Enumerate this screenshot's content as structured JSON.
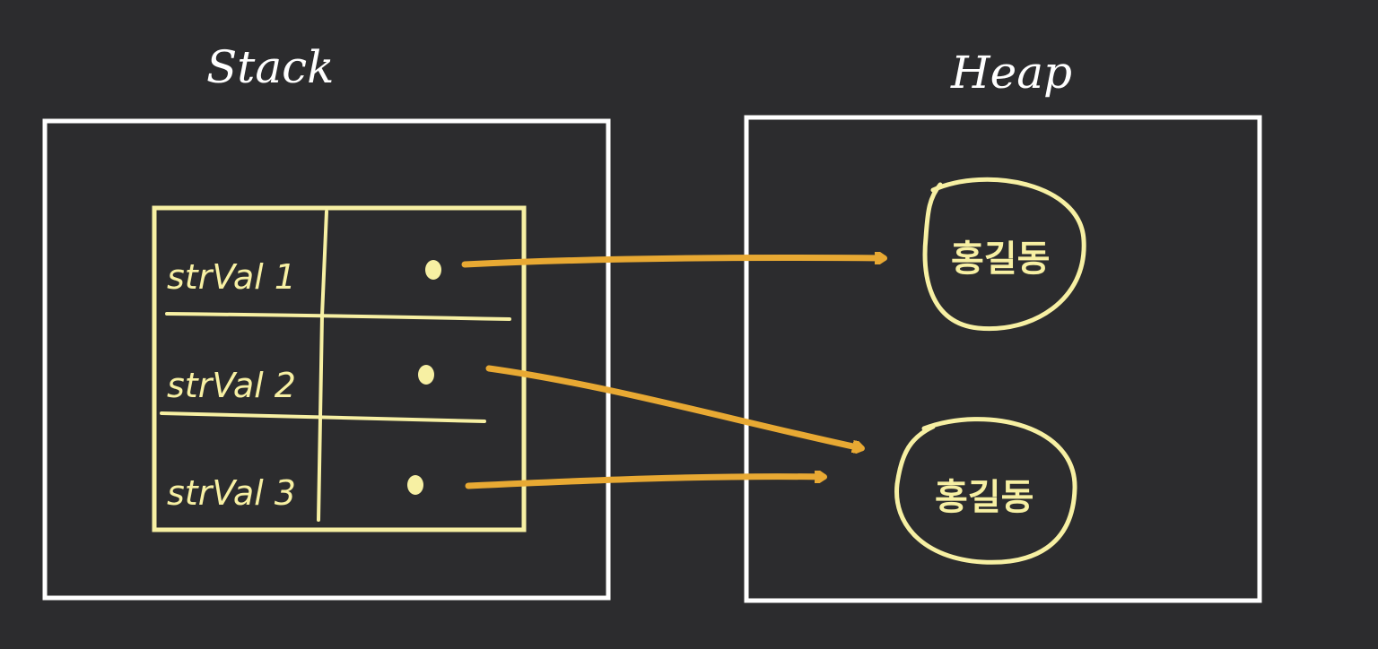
{
  "stack": {
    "title": "Stack",
    "rows": [
      {
        "name": "strVal 1"
      },
      {
        "name": "strVal 2"
      },
      {
        "name": "strVal 3"
      }
    ]
  },
  "heap": {
    "title": "Heap",
    "objects": [
      {
        "label": "홍길동"
      },
      {
        "label": "홍길동"
      }
    ]
  },
  "references": [
    {
      "from": "strVal 1",
      "to": 0
    },
    {
      "from": "strVal 2",
      "to": 1
    },
    {
      "from": "strVal 3",
      "to": 1
    }
  ],
  "colors": {
    "background": "#2c2c2e",
    "frame": "#ffffff",
    "table": "#f7f0a3",
    "arrow": "#e8a933"
  }
}
